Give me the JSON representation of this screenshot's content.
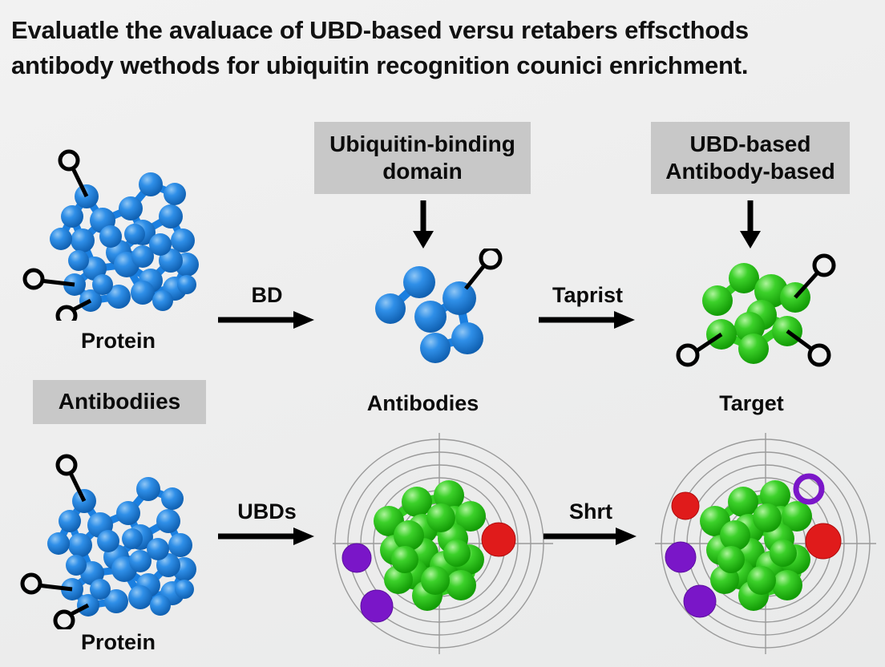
{
  "title": {
    "line1": "Evaluatle the avaluace of UBD-based versu retabers effscthods",
    "line2": "antibody wethods for ubiquitin recognition counici enrichment."
  },
  "boxes": {
    "ubiquitin_binding_domain_line1": "Ubiquitin-binding",
    "ubiquitin_binding_domain_line2": "domain",
    "ubd_based_line1": "UBD-based",
    "ubd_based_line2": "Antibody-based",
    "antibodiies": "Antibodiies"
  },
  "labels": {
    "protein_top": "Protein",
    "antibodies_center": "Antibodies",
    "target_right": "Target",
    "protein_bottom": "Protein"
  },
  "arrows": {
    "top_left": "BD",
    "top_right": "Taprist",
    "bottom_left": "UBDs",
    "bottom_right": "Shrt"
  },
  "colors": {
    "background": "#efefef",
    "box_fill": "#c8c8c8",
    "protein_blue": "#1a7fe0",
    "target_green": "#33cc22",
    "marker_red": "#e01b1b",
    "marker_purple": "#7a16c8",
    "ring_gray": "#9a9a9a",
    "outline_black": "#000000",
    "text": "#0b0b0b"
  },
  "diagram_data": {
    "type": "process-schematic",
    "rows": [
      {
        "name": "top-row",
        "start": "Protein",
        "start_structure": "blue-protein-cluster",
        "step1_label": "BD",
        "middle": "Antibodies",
        "middle_structure": "blue-small-cluster",
        "middle_box": "Ubiquitin-binding domain",
        "step2_label": "Taprist",
        "end": "Target",
        "end_structure": "green-cluster",
        "end_box": "UBD-based Antibody-based"
      },
      {
        "name": "bottom-row",
        "start": "Protein",
        "start_box": "Antibodiies",
        "start_structure": "blue-protein-cluster",
        "step1_label": "UBDs",
        "middle_structure": "green-cluster-on-polar-grid",
        "step2_label": "Shrt",
        "end_structure": "green-cluster-on-polar-grid"
      }
    ],
    "polar_plots": [
      {
        "name": "center-polar-plot",
        "rings": 8,
        "axes": "crosshair",
        "markers": [
          {
            "color": "#e01b1b",
            "style": "filled",
            "position": "right"
          },
          {
            "color": "#7a16c8",
            "style": "filled",
            "position": "left"
          },
          {
            "color": "#7a16c8",
            "style": "filled",
            "position": "lower-left"
          }
        ]
      },
      {
        "name": "right-polar-plot",
        "rings": 8,
        "axes": "crosshair",
        "markers": [
          {
            "color": "#e01b1b",
            "style": "filled",
            "position": "right"
          },
          {
            "color": "#e01b1b",
            "style": "filled",
            "position": "upper-left"
          },
          {
            "color": "#7a16c8",
            "style": "filled",
            "position": "left"
          },
          {
            "color": "#7a16c8",
            "style": "filled",
            "position": "lower-left"
          },
          {
            "color": "#7a16c8",
            "style": "open-ring",
            "position": "upper-right"
          }
        ]
      }
    ]
  }
}
